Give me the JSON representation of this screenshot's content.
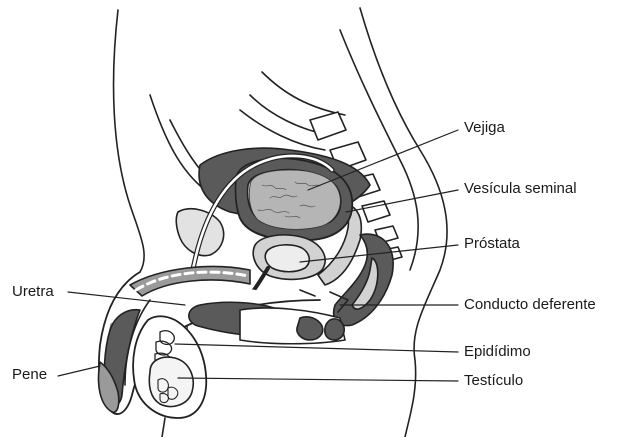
{
  "labels": {
    "vejiga": "Vejiga",
    "vesicula": "Vesícula seminal",
    "prostata": "Próstata",
    "uretra": "Uretra",
    "conducto": "Conducto deferente",
    "pene": "Pene",
    "epididimo": "Epidídimo",
    "testiculo": "Testículo"
  },
  "colors": {
    "outline": "#222222",
    "dark_tissue": "#5a5a5a",
    "light_tissue": "#d2d2d2",
    "mid_tissue": "#9a9a9a"
  }
}
